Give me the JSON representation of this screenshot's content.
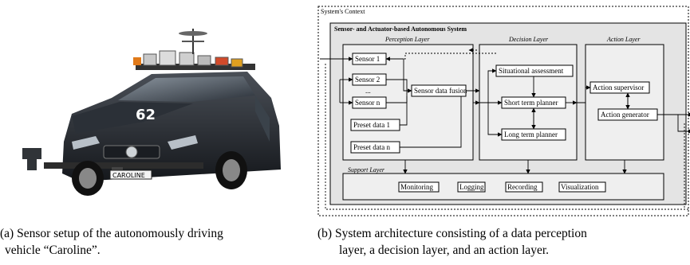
{
  "figure_a": {
    "caption_line1": "(a)  Sensor setup of the autonomously driving",
    "caption_line2": "vehicle “Caroline”.",
    "plate_text": "CAROLINE",
    "car_number": "62"
  },
  "figure_b": {
    "caption_line1": "(b)  System architecture consisting of a data perception",
    "caption_line2": "layer, a decision layer, and an action layer.",
    "context_title": "System's Context",
    "system_title": "Sensor- and Actuator-based Autonomous System",
    "layers": {
      "perception": "Perception Layer",
      "decision": "Decision Layer",
      "action": "Action Layer",
      "support": "Support Layer"
    },
    "perception_boxes": {
      "sensor1": "Sensor 1",
      "sensor2": "Sensor 2",
      "ellipsis": "...",
      "sensorn": "Sensor n",
      "fusion": "Sensor data fusion",
      "preset1": "Preset data 1",
      "presetn": "Preset data n"
    },
    "decision_boxes": {
      "situational": "Situational assessment",
      "short_term": "Short term planner",
      "long_term": "Long term planner"
    },
    "action_boxes": {
      "supervisor": "Action supervisor",
      "generator": "Action generator"
    },
    "support_boxes": {
      "monitoring": "Monitoring",
      "logging": "Logging",
      "recording": "Recording",
      "visualization": "Visualization"
    }
  }
}
